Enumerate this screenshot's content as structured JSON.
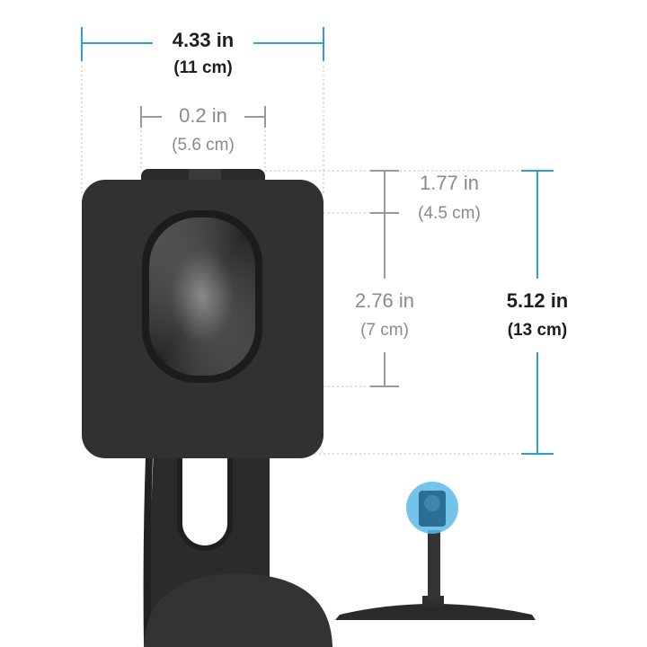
{
  "colors": {
    "accent": "#2a9fd8",
    "gray_line": "#9a9a9a",
    "device": "#2f2f2f",
    "text_dark": "#1e1e1e",
    "text_gray": "#8a8a8a"
  },
  "dimensions": {
    "width": {
      "in": "4.33 in",
      "cm": "(11 cm)"
    },
    "tab_width": {
      "in": "0.2 in",
      "cm": "(5.6 cm)"
    },
    "top_offset": {
      "in": "1.77 in",
      "cm": "(4.5 cm)"
    },
    "puck_height": {
      "in": "2.76 in",
      "cm": "(7 cm)"
    },
    "height": {
      "in": "5.12 in",
      "cm": "(13 cm)"
    }
  }
}
